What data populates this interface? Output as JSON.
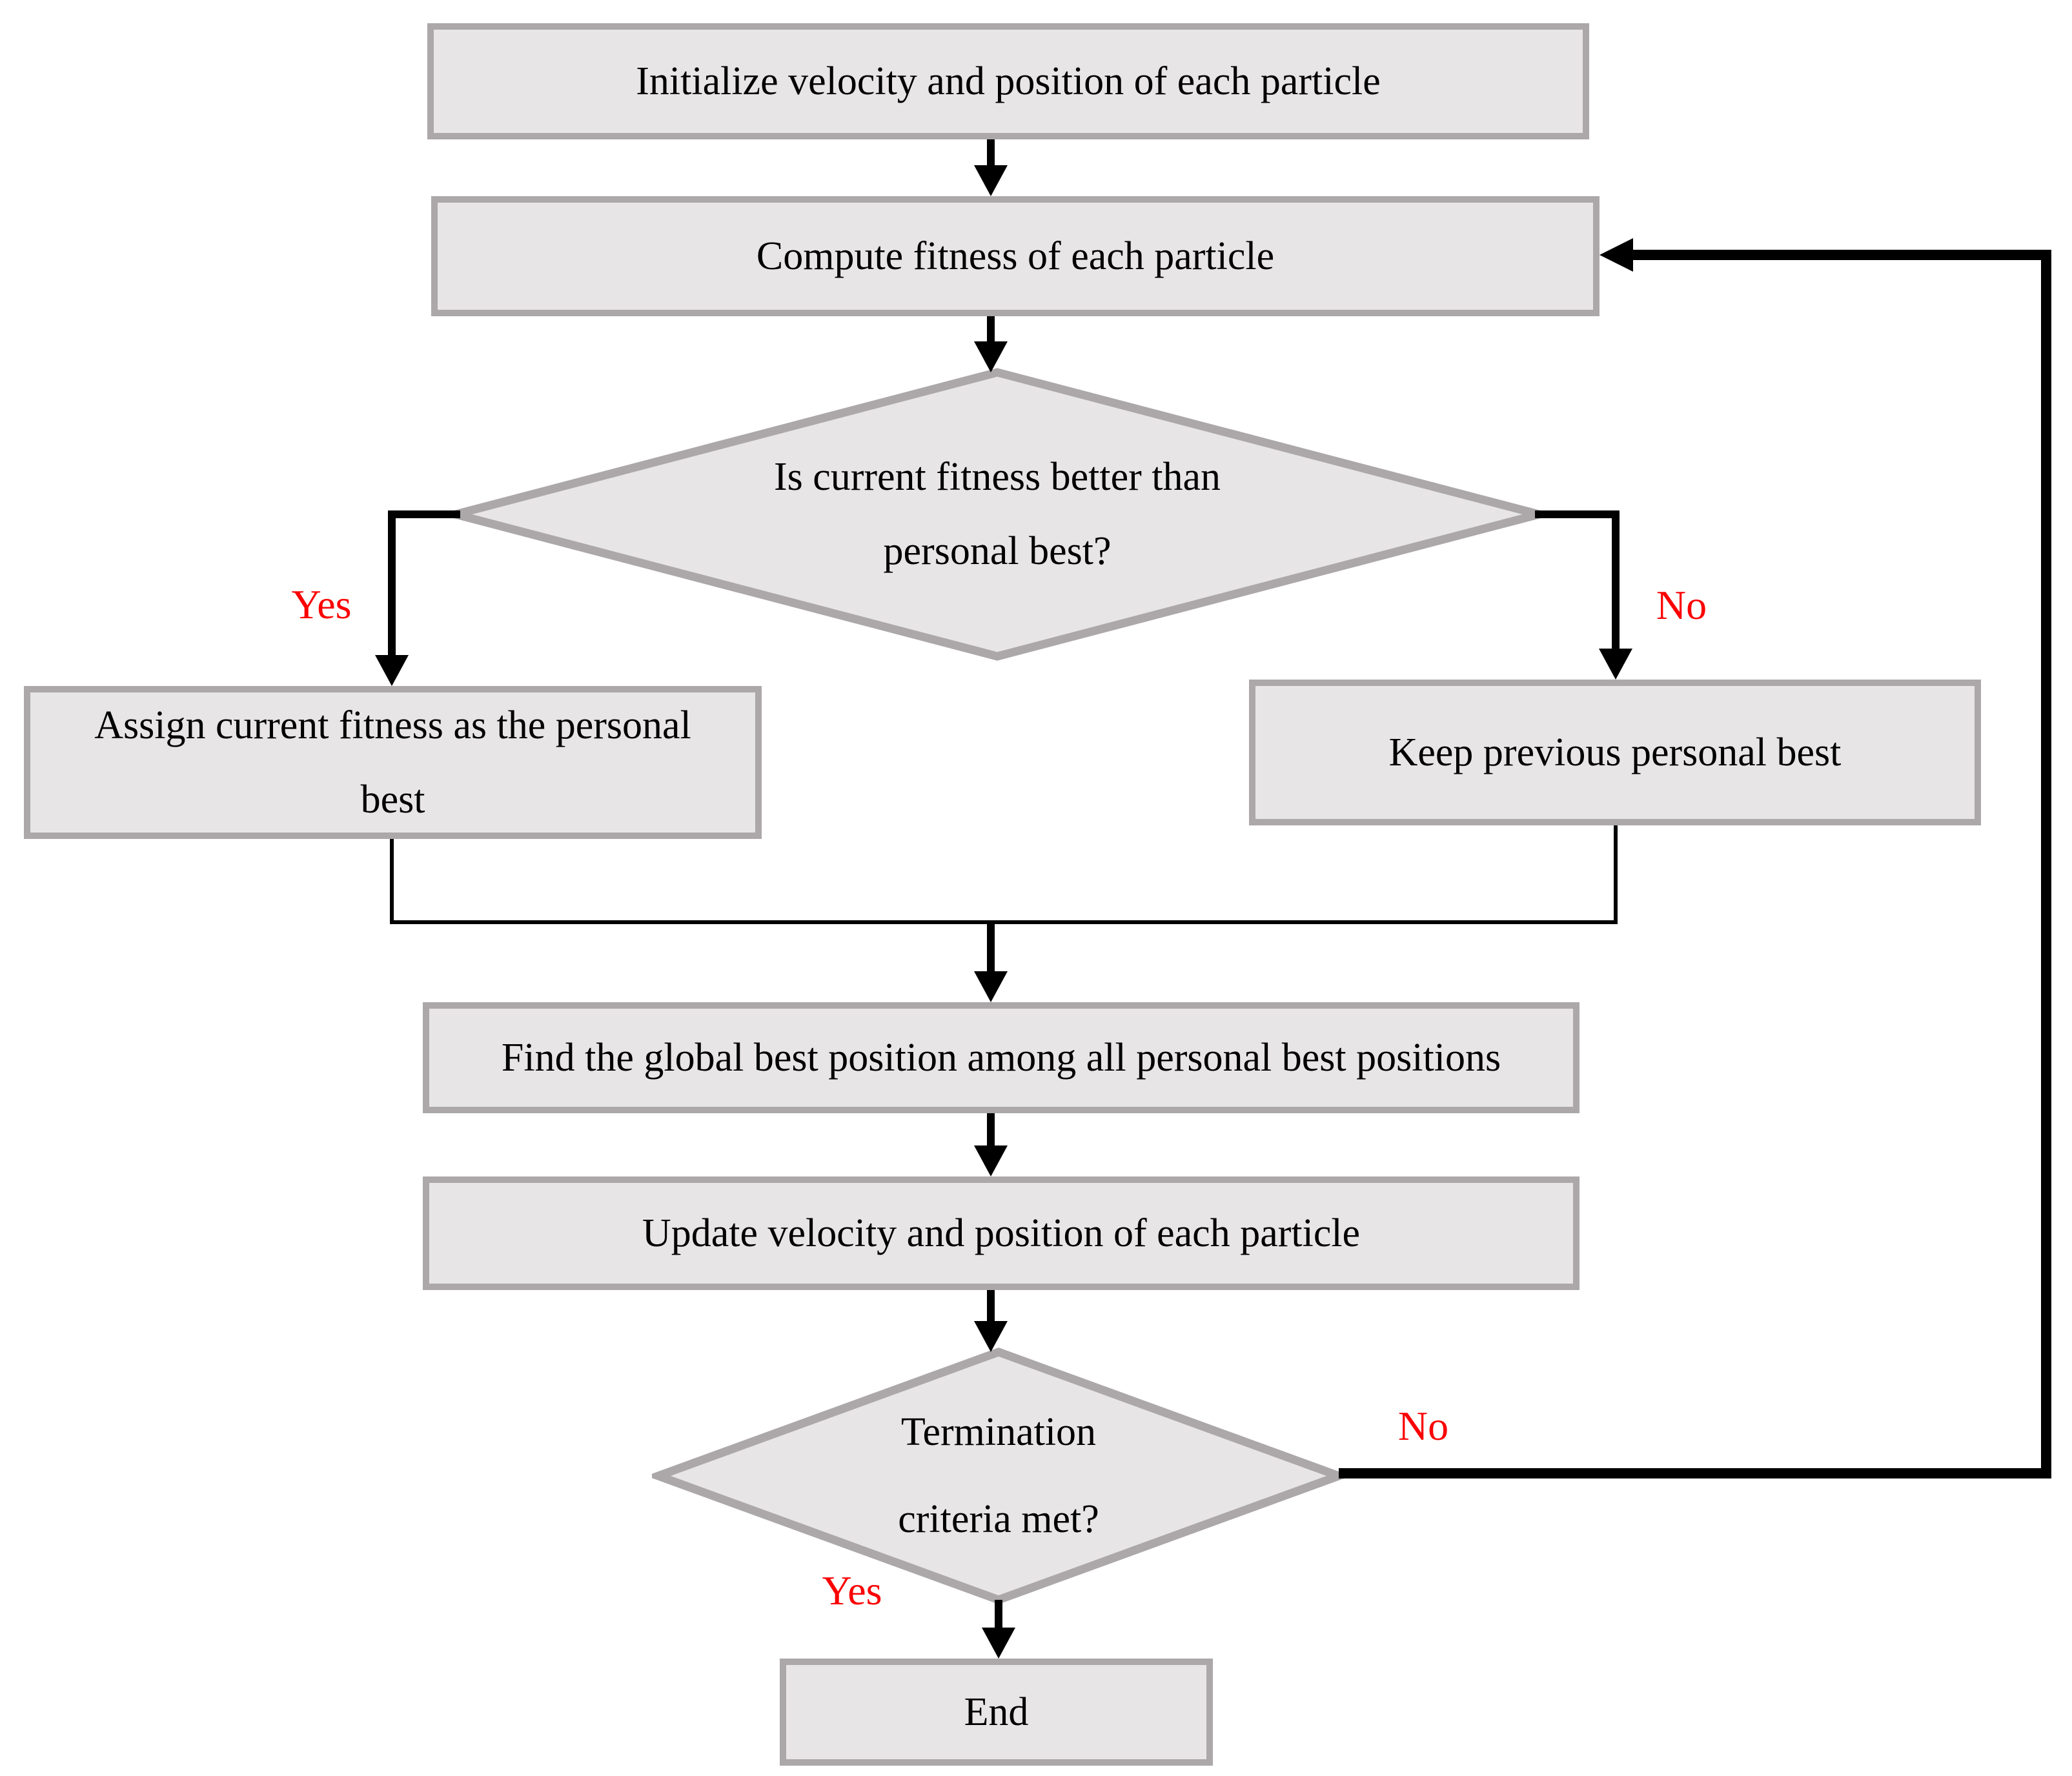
{
  "colors": {
    "background": "#ffffff",
    "node_fill": "#e7e5e6",
    "node_border": "#aca8a9",
    "connector": "#000000",
    "node_text": "#000000",
    "edge_label": "#fb0000"
  },
  "flowchart": {
    "nodes": {
      "initialize": {
        "label": "Initialize velocity and position of each particle"
      },
      "compute": {
        "label": "Compute fitness of each particle"
      },
      "fitness_decision": {
        "lines": [
          "Is current fitness better than",
          "personal best?"
        ]
      },
      "assign": {
        "lines": [
          "Assign current fitness as the personal",
          "best"
        ]
      },
      "keep": {
        "label": "Keep previous personal best"
      },
      "find_global": {
        "label": "Find the global best position among all personal best positions"
      },
      "update": {
        "label": "Update velocity and position of each particle"
      },
      "termination_decision": {
        "lines": [
          "Termination",
          "criteria met?"
        ]
      },
      "end": {
        "label": "End"
      }
    },
    "edge_labels": {
      "fitness_yes": "Yes",
      "fitness_no": "No",
      "termination_no": "No",
      "termination_yes": "Yes"
    }
  }
}
